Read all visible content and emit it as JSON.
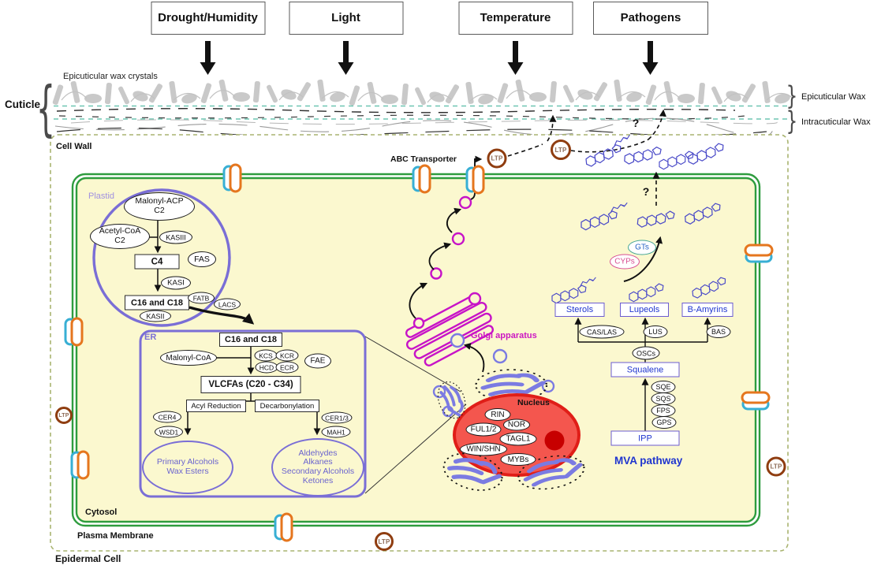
{
  "stressors": {
    "drought": "Drought/Humidity",
    "light": "Light",
    "temperature": "Temperature",
    "pathogens": "Pathogens"
  },
  "cuticle": {
    "label": "Cuticle",
    "crystals": "Epicuticular wax crystals",
    "epicuticular": "Epicuticular Wax",
    "intracuticular": "Intracuticular Wax"
  },
  "cell": {
    "cell_wall": "Cell Wall",
    "cytosol": "Cytosol",
    "plasma_membrane": "Plasma Membrane",
    "epidermal_cell": "Epidermal Cell",
    "abc_transporter": "ABC Transporter",
    "ltp": "LTP",
    "question_mark": "?"
  },
  "glyphs": {
    "brace_left": "{",
    "brace_right": "}"
  },
  "plastid": {
    "label": "Plastid",
    "malonyl_acp": "Malonyl-ACP\nC2",
    "acetyl_coa": "Acetyl-CoA\nC2",
    "kasiii": "KASIII",
    "c4": "C4",
    "fas": "FAS",
    "kasi": "KASI",
    "c16_c18": "C16 and C18",
    "fatb": "FATB",
    "lacs": "LACS",
    "kasii": "KASII"
  },
  "er": {
    "label": "ER",
    "c16_c18": "C16 and C18",
    "malonyl_coa": "Malonyl-CoA",
    "kcs": "KCS",
    "kcr": "KCR",
    "hcd": "HCD",
    "ecr": "ECR",
    "fae": "FAE",
    "vlcfas": "VLCFAs (C20 - C34)",
    "acyl_reduction": "Acyl Reduction",
    "decarbonylation": "Decarbonylation",
    "cer4": "CER4",
    "wsd1": "WSD1",
    "cer1_3": "CER1/3",
    "mah1": "MAH1",
    "products_reduction": "Primary Alcohols\nWax Esters",
    "products_decarbonylation": "Aldehydes\nAlkanes\nSecondary Alcohols\nKetones"
  },
  "golgi": {
    "label": "Golgi apparatus"
  },
  "nucleus": {
    "label": "Nucleus",
    "rin": "RIN",
    "nor": "NOR",
    "ful1_2": "FUL1/2",
    "tagl1": "TAGL1",
    "win_shn": "WIN/SHN",
    "mybs": "MYBs"
  },
  "mva": {
    "label": "MVA pathway",
    "sterols": "Sterols",
    "lupeols": "Lupeols",
    "b_amyrins": "B-Amyrins",
    "cas_las": "CAS/LAS",
    "lus": "LUS",
    "bas": "BAS",
    "oscs": "OSCs",
    "squalene": "Squalene",
    "sqe": "SQE",
    "sqs": "SQS",
    "fps": "FPS",
    "gps": "GPS",
    "ipp": "IPP",
    "gts": "GTs",
    "cyps": "CYPs"
  },
  "colors": {
    "membrane_green": "#2E9C3E",
    "organelle_purple": "#7A6ED6",
    "golgi_magenta": "#C713C7",
    "nucleus_red": "#F4564E",
    "ltp_brown": "#8F3D10",
    "molecule_blue": "#4A4AC8",
    "pathway_text_blue": "#1F35CF",
    "cytosol_yellow": "#FBF8CF",
    "gts_teal": "#45A695",
    "cyps_pink": "#D84F92"
  }
}
